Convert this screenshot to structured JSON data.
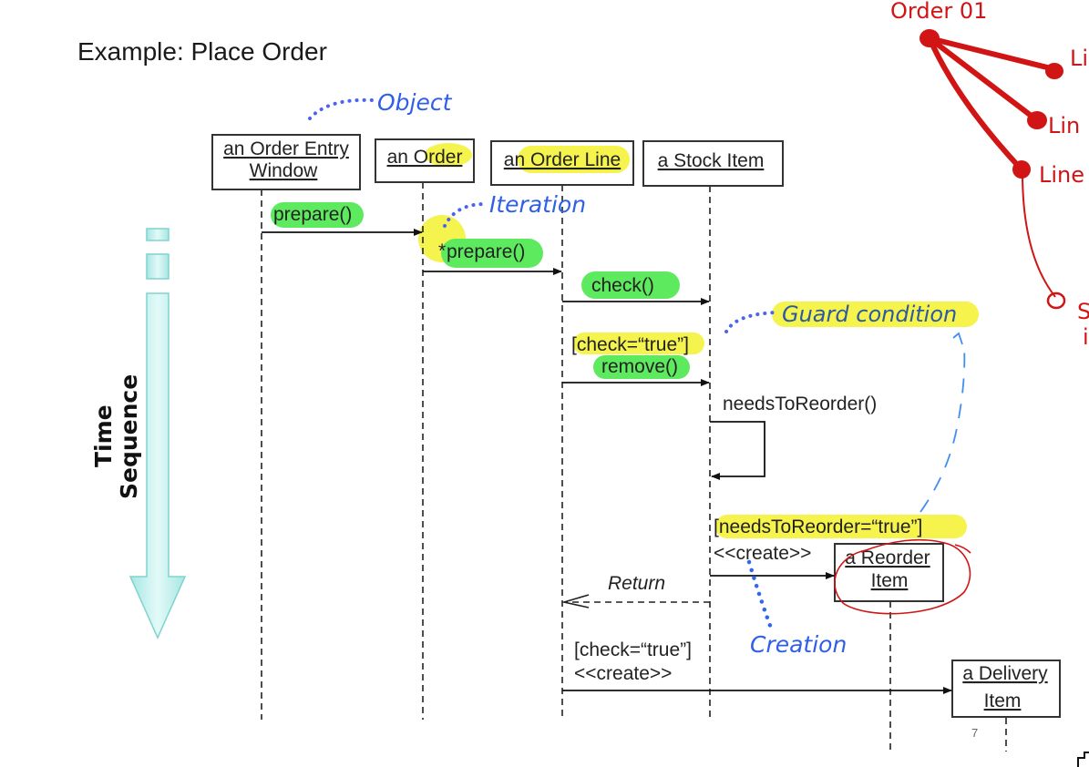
{
  "title": "Example: Place Order",
  "page_number": "7",
  "colors": {
    "highlight_yellow": "#f5f23a",
    "highlight_green": "#4de84d",
    "annotation_blue": "#2f5fe6",
    "annotation_red": "#d11414",
    "time_arrow": "#c8f2f0"
  },
  "time_arrow": {
    "label_line1": "Time",
    "label_line2": "Sequence"
  },
  "objects": [
    {
      "id": "order-entry-window",
      "line1": "an Order Entry",
      "line2": "Window"
    },
    {
      "id": "order",
      "line1": "an Order"
    },
    {
      "id": "order-line",
      "line1": "an Order Line"
    },
    {
      "id": "stock-item",
      "line1": "a Stock Item"
    },
    {
      "id": "reorder-item",
      "line1": "a Reorder",
      "line2": "Item"
    },
    {
      "id": "delivery-item",
      "line1": "a Delivery",
      "line2": "Item"
    }
  ],
  "messages": [
    {
      "id": "m1",
      "from": "order-entry-window",
      "to": "order",
      "label": "prepare()"
    },
    {
      "id": "m2",
      "from": "order",
      "to": "order-line",
      "star": "*",
      "label": "prepare()"
    },
    {
      "id": "m3",
      "from": "order-line",
      "to": "stock-item",
      "label": "check()"
    },
    {
      "id": "m4",
      "from": "order-line",
      "to": "stock-item",
      "guard": "[check=“true”]",
      "label": "remove()"
    },
    {
      "id": "m5",
      "from": "stock-item",
      "to": "stock-item",
      "label": "needsToReorder()"
    },
    {
      "id": "m6",
      "from": "stock-item",
      "to": "reorder-item",
      "guard": "[needsToReorder=“true”]",
      "label": "<<create>>"
    },
    {
      "id": "m7",
      "from": "stock-item",
      "to": "order-line",
      "label": "Return",
      "type": "return"
    },
    {
      "id": "m8",
      "from": "order-line",
      "to": "delivery-item",
      "guard": "[check=“true”]",
      "label": "<<create>>"
    }
  ],
  "annotations": {
    "object": "Object",
    "iteration": "Iteration",
    "guard_condition": "Guard condition",
    "creation": "Creation"
  },
  "handwritten": {
    "root": "Order 01",
    "branch1": "Li",
    "branch2": "Lin",
    "branch3": "Line",
    "leaf_line1": "S",
    "leaf_line2": "i"
  }
}
